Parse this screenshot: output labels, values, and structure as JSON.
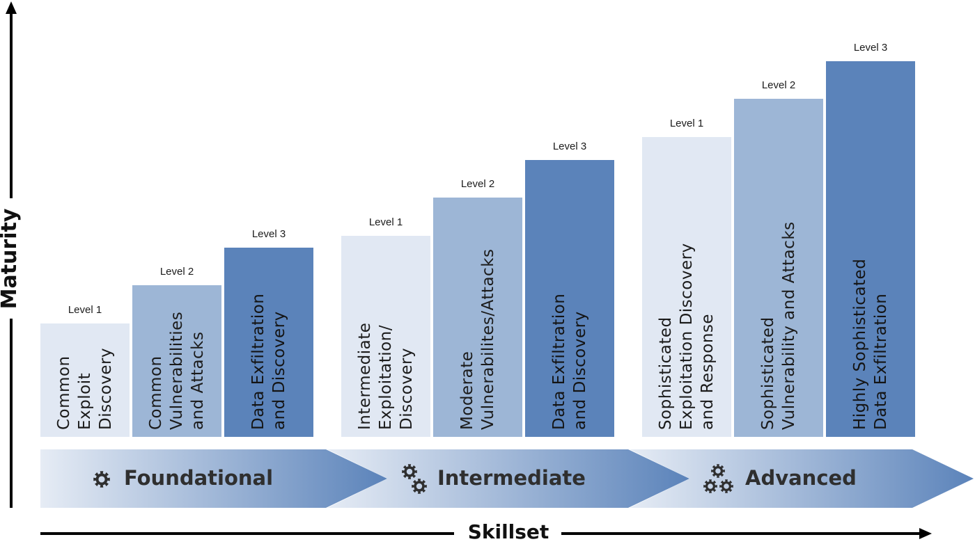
{
  "axes": {
    "y_title": "Maturity",
    "x_title": "Skillset"
  },
  "stages": [
    {
      "name": "Foundational",
      "icon": "gear-icon",
      "levels": [
        {
          "level": "Level 1",
          "lines": [
            "Common",
            "Exploit",
            "Discovery"
          ]
        },
        {
          "level": "Level 2",
          "lines": [
            "Common",
            "Vulnerabilities",
            "and Attacks"
          ]
        },
        {
          "level": "Level 3",
          "lines": [
            "Data Exfiltration",
            "and Discovery"
          ]
        }
      ]
    },
    {
      "name": "Intermediate",
      "icon": "two-gears-icon",
      "levels": [
        {
          "level": "Level 1",
          "lines": [
            "Intermediate",
            "Exploitation/",
            "Discovery"
          ]
        },
        {
          "level": "Level 2",
          "lines": [
            "Moderate",
            "Vulnerabilites/Attacks"
          ]
        },
        {
          "level": "Level 3",
          "lines": [
            "Data Exfiltration",
            "and Discovery"
          ]
        }
      ]
    },
    {
      "name": "Advanced",
      "icon": "three-gears-icon",
      "levels": [
        {
          "level": "Level 1",
          "lines": [
            "Sophisticated",
            "Exploitation Discovery",
            "and Response"
          ]
        },
        {
          "level": "Level 2",
          "lines": [
            "Sophisticated",
            "Vulnerability and Attacks"
          ]
        },
        {
          "level": "Level 3",
          "lines": [
            "Highly Sophisticated",
            "Data Exfiltration"
          ]
        }
      ]
    }
  ],
  "colors": {
    "level1": "#e1e8f3",
    "level2": "#9db6d6",
    "level3": "#5b83ba",
    "arrow_light": "#e6ecf5",
    "arrow_dark": "#5b83ba",
    "axis": "#000000"
  }
}
